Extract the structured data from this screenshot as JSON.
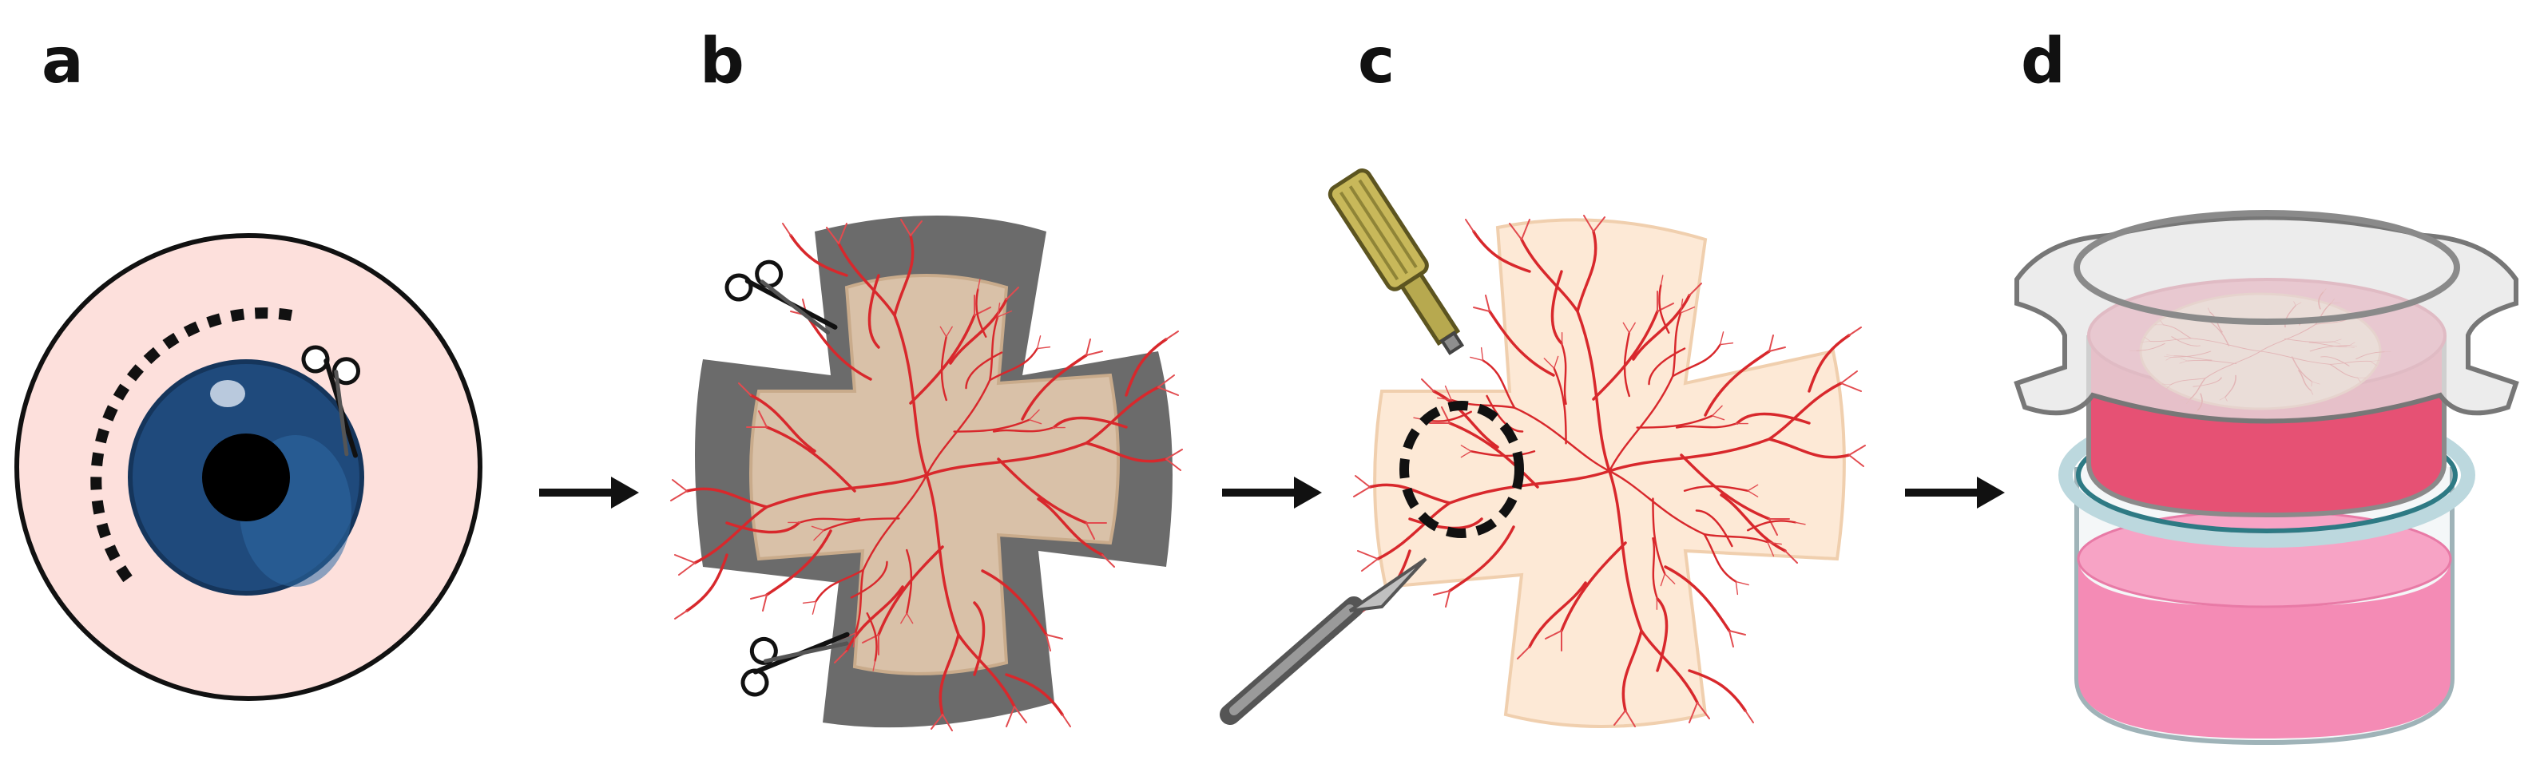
{
  "panels": [
    {
      "id": "a",
      "label": "a"
    },
    {
      "id": "b",
      "label": "b"
    },
    {
      "id": "c",
      "label": "c"
    },
    {
      "id": "d",
      "label": "d"
    }
  ],
  "colors": {
    "sclera": "#fde0dc",
    "iris": "#1f4a7c",
    "vessel": "#d8282c",
    "retina_tan": "#d9c1a8",
    "retina_peach": "#fde9d6",
    "tissue_gray": "#6b6b6b",
    "pen_gold": "#b7a94f",
    "medium_pink": "#f06a93",
    "insert_red": "#e8476a"
  },
  "icons": [
    "eye-icon",
    "scissors-icon",
    "arrow-right-icon",
    "biopsy-punch-icon",
    "scalpel-icon",
    "culture-insert-icon"
  ]
}
